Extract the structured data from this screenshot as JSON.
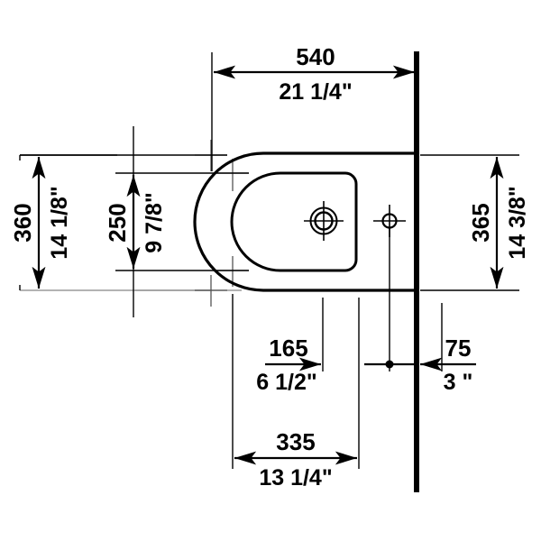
{
  "drawing": {
    "title": "Bidet plan view dimension drawing",
    "type": "technical-dimension-drawing",
    "units": {
      "primary": "mm",
      "secondary": "inch"
    },
    "colors": {
      "line": "#000000",
      "background": "#ffffff",
      "light_line": "#9a9a9a"
    },
    "dimensions": {
      "overall_depth": {
        "mm": "540",
        "inch": "21 1/4\""
      },
      "overall_width": {
        "mm": "360",
        "inch": "14 1/8\""
      },
      "bowl_width": {
        "mm": "250",
        "inch": "9 7/8\""
      },
      "wall_width": {
        "mm": "365",
        "inch": "14 3/8\""
      },
      "hole_to_bowl": {
        "mm": "165",
        "inch": "6 1/2\""
      },
      "hole_to_wall": {
        "mm": "75",
        "inch": "3 \""
      },
      "bowl_to_hole2": {
        "mm": "335",
        "inch": "13 1/4\""
      }
    },
    "features": {
      "wall_label": "wall-line",
      "outer_outline_label": "bidet-outer-outline",
      "inner_outline_label": "bidet-inner-bowl-outline",
      "large_hole_label": "large-mounting-hole",
      "small_hole_label": "small-mounting-hole"
    }
  }
}
